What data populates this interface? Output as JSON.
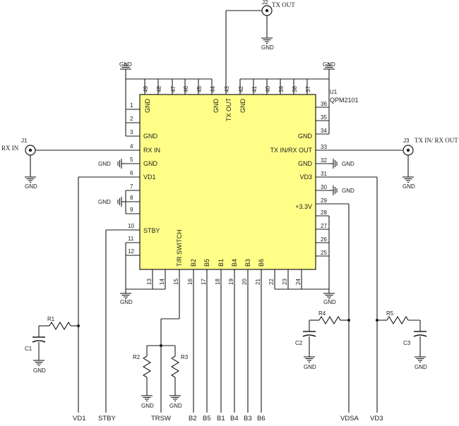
{
  "chip": {
    "designator": "U1",
    "part": "QPM2101",
    "body_color": "#ffff88"
  },
  "pins": {
    "p1": "1",
    "p2": "2",
    "p3": "3",
    "p4": "4",
    "p5": "5",
    "p6": "6",
    "p7": "7",
    "p8": "8",
    "p9": "9",
    "p10": "10",
    "p11": "11",
    "p12": "12",
    "p13": "13",
    "p14": "14",
    "p15": "15",
    "p16": "16",
    "p17": "17",
    "p18": "18",
    "p19": "19",
    "p20": "20",
    "p21": "21",
    "p22": "22",
    "p23": "23",
    "p24": "24",
    "p25": "25",
    "p26": "26",
    "p27": "27",
    "p28": "28",
    "p29": "29",
    "p30": "30",
    "p31": "31",
    "p32": "32",
    "p33": "33",
    "p34": "34",
    "p35": "35",
    "p36": "36",
    "p37": "37",
    "p38": "38",
    "p39": "39",
    "p40": "40",
    "p41": "41",
    "p42": "42",
    "p43": "43",
    "p44": "44",
    "p45": "45",
    "p46": "46",
    "p47": "47",
    "p48": "48",
    "p49": "49"
  },
  "pin_labels": {
    "left_gnd_top": "GND",
    "left_gnd": "GND",
    "rx_in": "RX IN",
    "left_gnd2": "GND",
    "vd1": "VD1",
    "stby": "STBY",
    "tr_switch": "T/R SWITCH",
    "b2": "B2",
    "b5": "B5",
    "b1": "B1",
    "b4": "B4",
    "b3": "B3",
    "b6": "B6",
    "top_gnd1": "GND",
    "tx_out": "TX OUT",
    "top_gnd2": "GND",
    "right_gnd1": "GND",
    "tx_in_rx_out": "TX IN/RX OUT",
    "right_gnd2": "GND",
    "vd3": "VD3",
    "v33": "+3.3V"
  },
  "connectors": {
    "j1": "J1",
    "j1_label": "RX IN",
    "j2": "J2",
    "j2_label": "TX OUT",
    "j3": "J3",
    "j3_label": "TX IN/ RX OUT"
  },
  "gnd": "GND",
  "components": {
    "r1": "R1",
    "r2": "R2",
    "r3": "R3",
    "r4": "R4",
    "r5": "R5",
    "c1": "C1",
    "c2": "C2",
    "c3": "C3"
  },
  "nets": {
    "vd1": "VD1",
    "stby": "STBY",
    "trsw": "TRSW",
    "b2": "B2",
    "b5": "B5",
    "b1": "B1",
    "b4": "B4",
    "b3": "B3",
    "b6": "B6",
    "vdsa": "VDSA",
    "vd3": "VD3"
  }
}
